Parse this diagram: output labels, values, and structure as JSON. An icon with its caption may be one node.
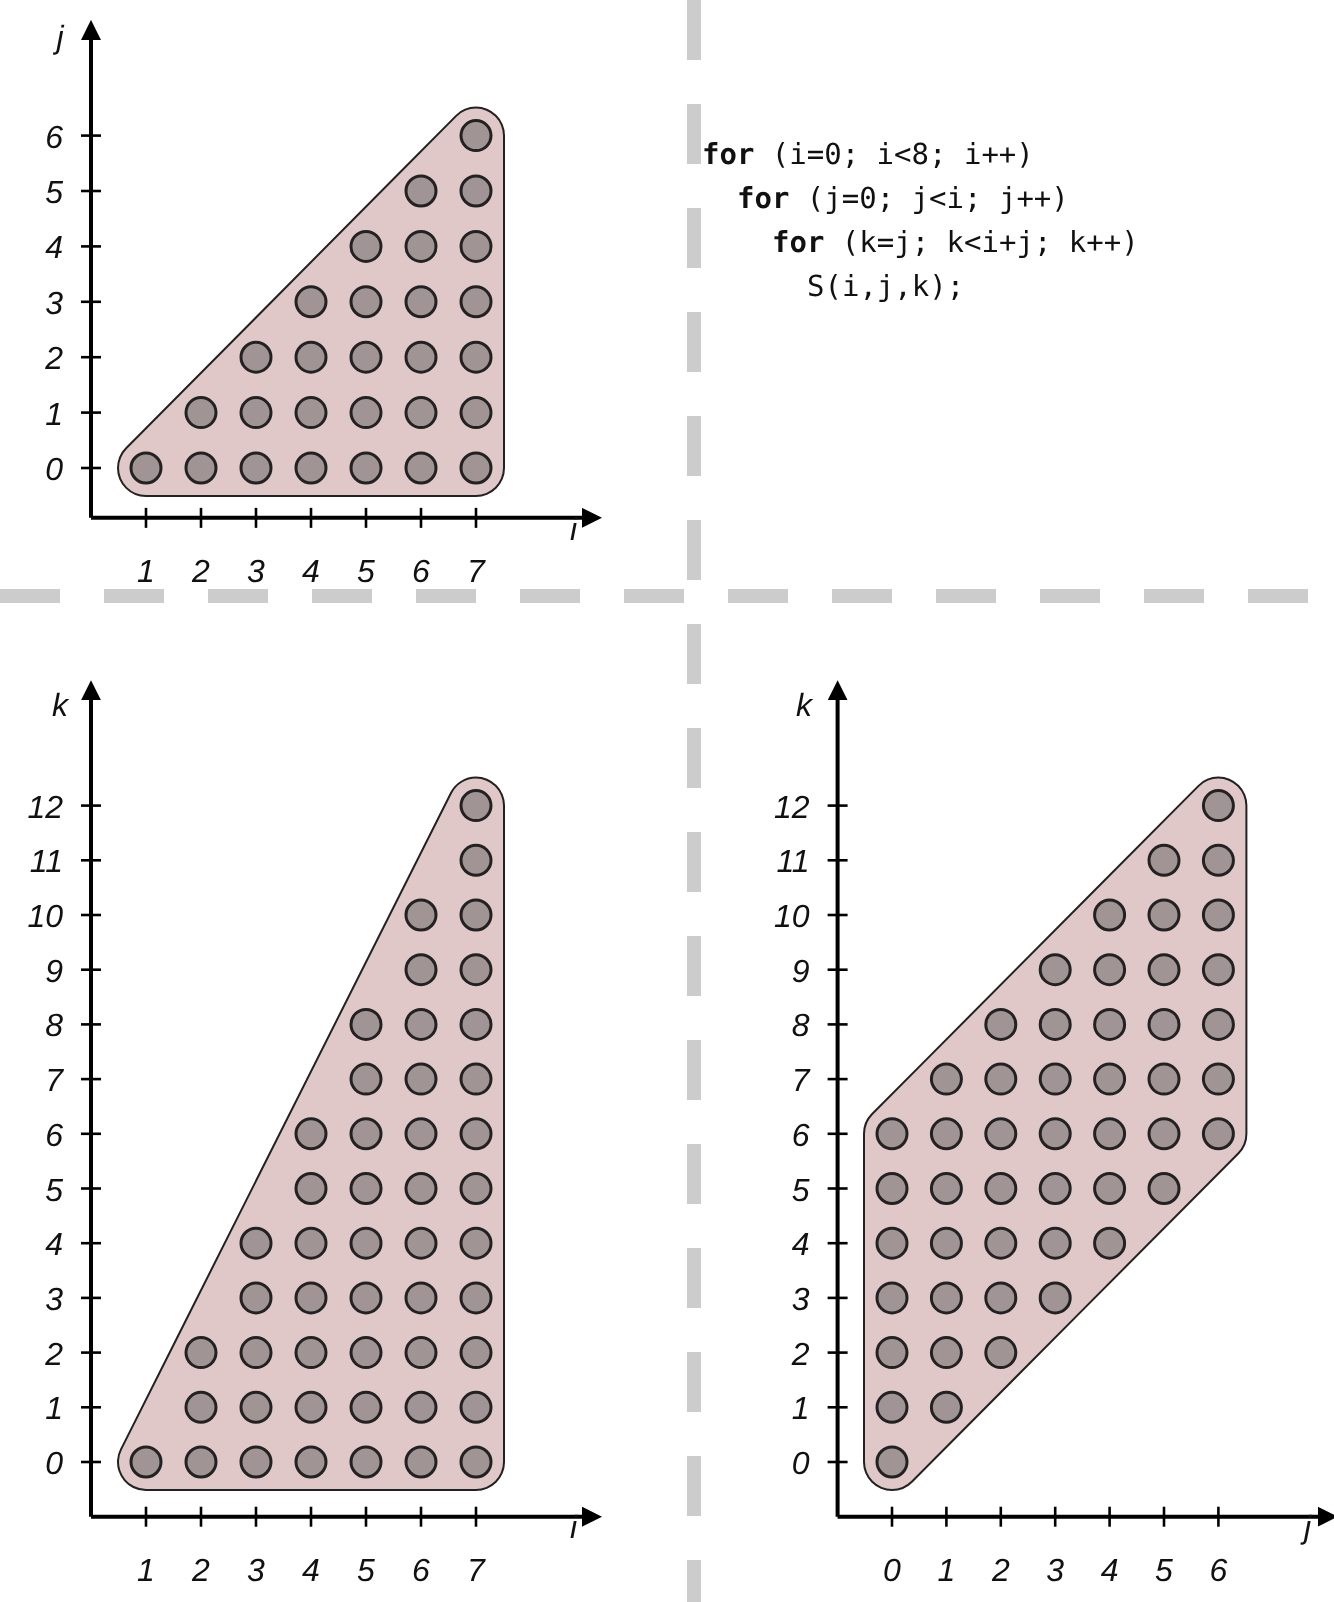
{
  "diagram": {
    "labels": [
      "**for** (i=0; i<8; i++)",
      "**for** (j=0; j<i; j++)",
      "**for** (k=j; k<i+j; k++)",
      "S(i,j,k);"
    ],
    "chart_data": [
      {
        "type": "scatter",
        "xlabel": "i",
        "ylabel": "j",
        "xlim": [
          0,
          9
        ],
        "ylim": [
          -0.9,
          7.8
        ],
        "xticks": [
          1,
          2,
          3,
          4,
          5,
          6,
          7
        ],
        "yticks": [
          0,
          1,
          2,
          3,
          4,
          5,
          6
        ],
        "x": [
          1,
          2,
          3,
          4,
          5,
          6,
          7,
          2,
          3,
          4,
          5,
          6,
          7,
          3,
          4,
          5,
          6,
          7,
          4,
          5,
          6,
          7,
          5,
          6,
          7,
          6,
          7,
          7
        ],
        "series": [
          {
            "color": "#a09494",
            "values": [
              0,
              0,
              0,
              0,
              0,
              0,
              0,
              1,
              1,
              1,
              1,
              1,
              1,
              2,
              2,
              2,
              2,
              2,
              3,
              3,
              3,
              3,
              4,
              4,
              4,
              5,
              5,
              6
            ]
          }
        ]
      },
      {
        "type": "scatter",
        "xlabel": "i",
        "ylabel": "k",
        "xlim": [
          0,
          9
        ],
        "ylim": [
          -1,
          14
        ],
        "xticks": [
          1,
          2,
          3,
          4,
          5,
          6,
          7
        ],
        "yticks": [
          0,
          1,
          2,
          3,
          4,
          5,
          6,
          7,
          8,
          9,
          10,
          11,
          12
        ],
        "x": [
          1,
          2,
          3,
          4,
          5,
          6,
          7,
          2,
          3,
          4,
          5,
          6,
          7,
          2,
          3,
          4,
          5,
          6,
          7,
          3,
          4,
          5,
          6,
          7,
          3,
          4,
          5,
          6,
          7,
          4,
          5,
          6,
          7,
          4,
          5,
          6,
          7,
          5,
          6,
          7,
          5,
          6,
          7,
          6,
          7,
          6,
          7,
          7,
          7
        ],
        "series": [
          {
            "color": "#a09494",
            "values": [
              0,
              0,
              0,
              0,
              0,
              0,
              0,
              1,
              1,
              1,
              1,
              1,
              1,
              2,
              2,
              2,
              2,
              2,
              2,
              3,
              3,
              3,
              3,
              3,
              4,
              4,
              4,
              4,
              4,
              5,
              5,
              5,
              5,
              6,
              6,
              6,
              6,
              7,
              7,
              7,
              8,
              8,
              8,
              9,
              9,
              10,
              10,
              11,
              12
            ]
          }
        ]
      },
      {
        "type": "scatter",
        "xlabel": "j",
        "ylabel": "k",
        "xlim": [
          -1,
          7.9
        ],
        "ylim": [
          -1,
          14
        ],
        "xticks": [
          0,
          1,
          2,
          3,
          4,
          5,
          6
        ],
        "yticks": [
          0,
          1,
          2,
          3,
          4,
          5,
          6,
          7,
          8,
          9,
          10,
          11,
          12
        ],
        "x": [
          0,
          0,
          0,
          0,
          0,
          0,
          0,
          1,
          1,
          1,
          1,
          1,
          1,
          1,
          2,
          2,
          2,
          2,
          2,
          2,
          2,
          3,
          3,
          3,
          3,
          3,
          3,
          3,
          4,
          4,
          4,
          4,
          4,
          4,
          4,
          5,
          5,
          5,
          5,
          5,
          5,
          5,
          6,
          6,
          6,
          6,
          6,
          6,
          6
        ],
        "series": [
          {
            "color": "#a09494",
            "values": [
              0,
              1,
              2,
              3,
              4,
              5,
              6,
              1,
              2,
              3,
              4,
              5,
              6,
              7,
              2,
              3,
              4,
              5,
              6,
              7,
              8,
              3,
              4,
              5,
              6,
              7,
              8,
              9,
              4,
              5,
              6,
              7,
              8,
              9,
              10,
              5,
              6,
              7,
              8,
              9,
              10,
              11,
              6,
              7,
              8,
              9,
              10,
              11,
              12
            ]
          }
        ]
      }
    ]
  }
}
